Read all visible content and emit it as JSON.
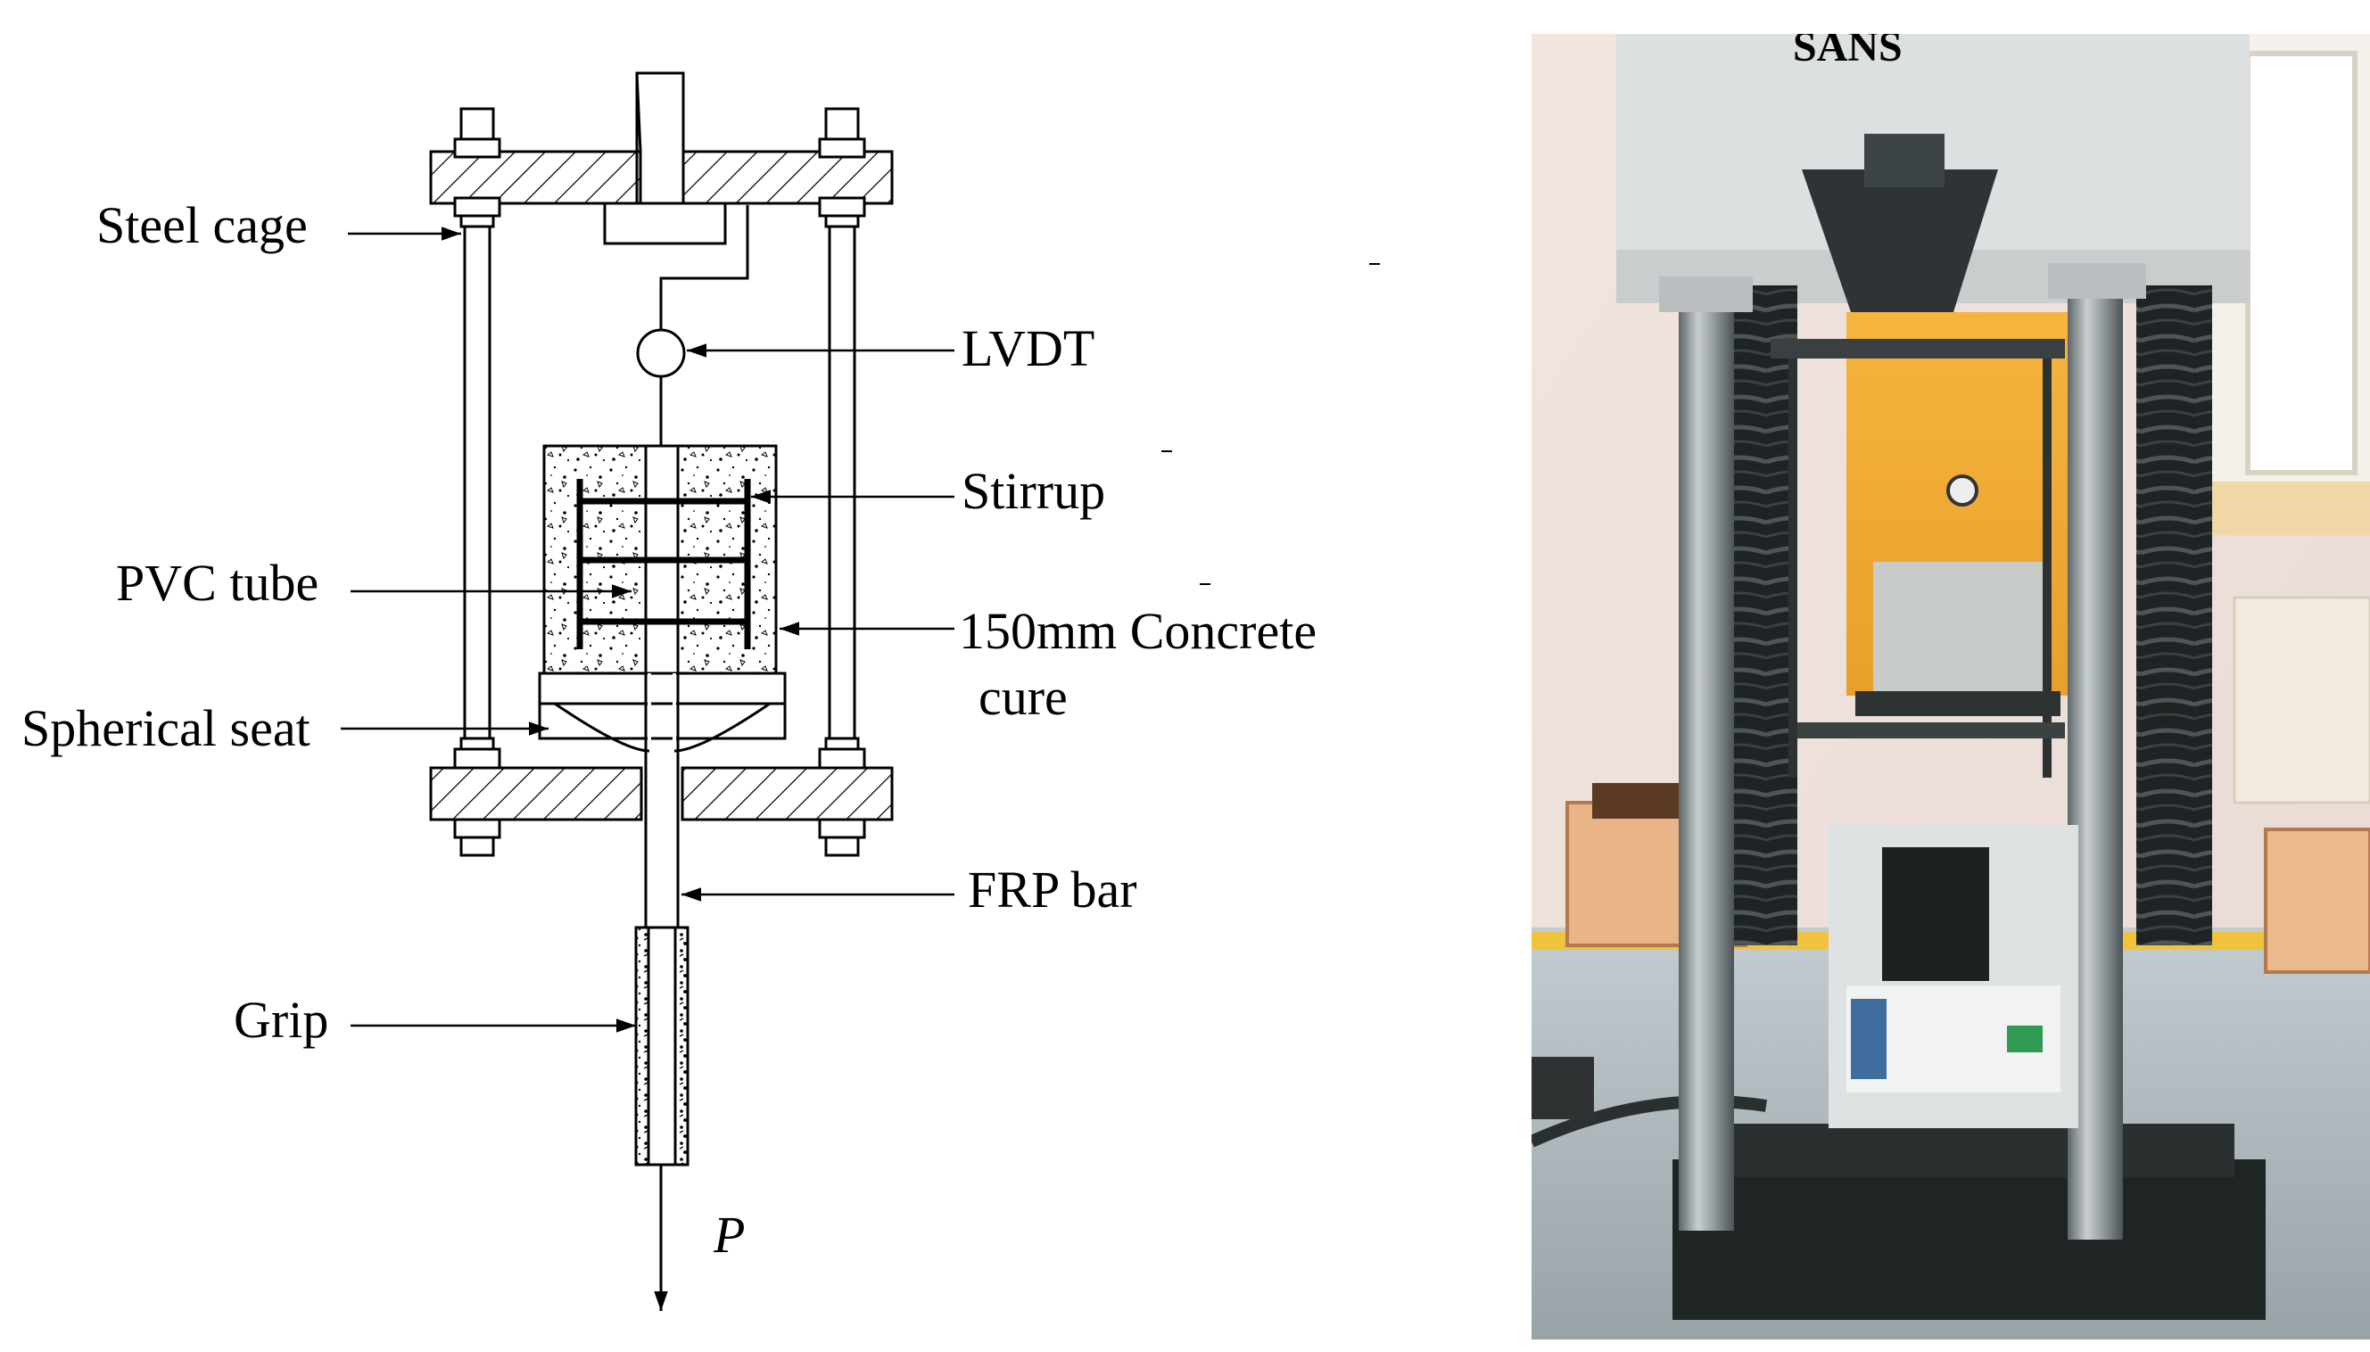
{
  "diagram": {
    "labels": {
      "steel_cage": "Steel cage",
      "lvdt": "LVDT",
      "stirrup": "Stirrup",
      "pvc_tube": "PVC tube",
      "concrete_line1": "150mm Concrete",
      "concrete_line2": "cure",
      "spherical_seat": "Spherical seat",
      "frp_bar": "FRP bar",
      "grip": "Grip",
      "load": "P"
    }
  },
  "photo": {
    "machine_brand_text": "SANS"
  },
  "colors": {
    "line": "#000000",
    "background": "#ffffff",
    "machine_frame": "#d9dcdc",
    "columns": "#8b9396",
    "bellows": "#1e2324",
    "enclosure": "#f2a524",
    "floor": "#aeb7bb"
  }
}
